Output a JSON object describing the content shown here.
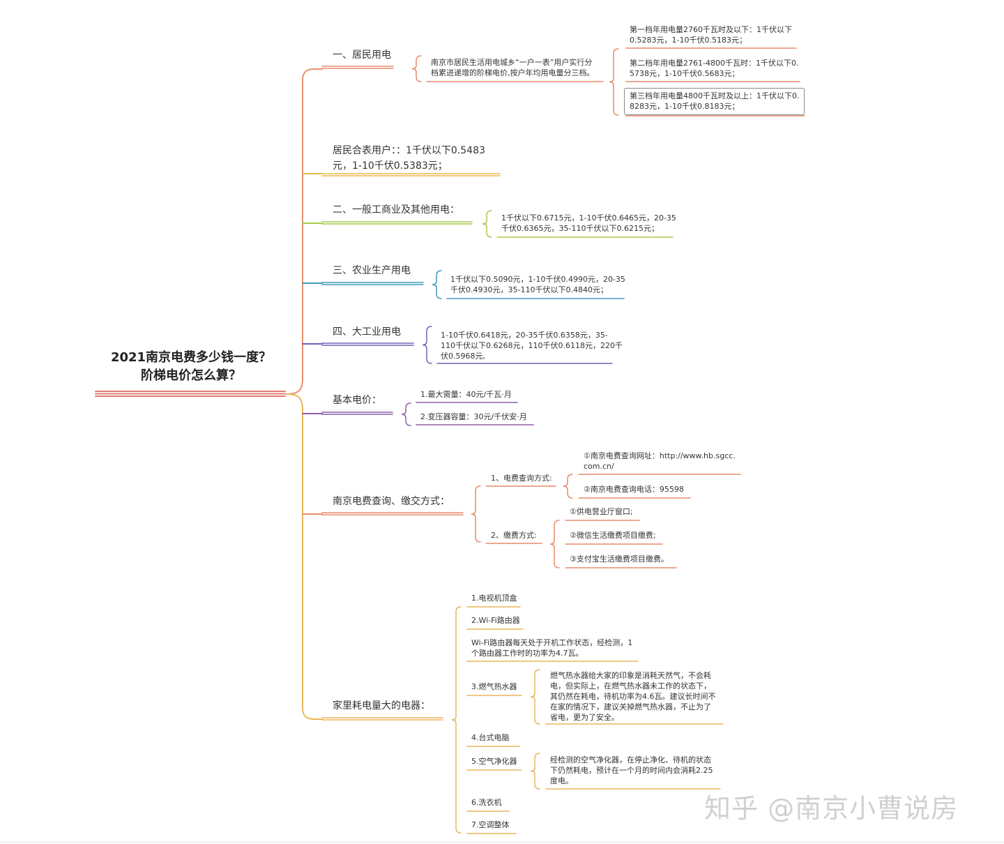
{
  "title": "2021南京电费多少钱一度？\n阶梯电价怎么算？",
  "branches": {
    "residential": {
      "label": "一、居民用电",
      "summary": "南京市居民生活用电城乡“一户一表”用户实行分\n档累进递增的阶梯电价,按户年均用电量分三档。",
      "tiers": [
        "第一档年用电量2760千瓦时及以下：1千伏以下\n0.5283元，1-10千伏0.5183元；",
        "第二档年用电量2761-4800千瓦时：1千伏以下0.\n5738元，1-10千伏0.5683元；",
        "第三档年用电量4800千瓦时及以上：1千伏以下0.\n8283元，1-10千伏0.8183元；"
      ]
    },
    "shared_meter": {
      "label": "居民合表用户：：1千伏以下0.5483\n元，1-10千伏0.5383元；"
    },
    "commercial": {
      "label": "二、一般工商业及其他用电：",
      "detail": "1千伏以下0.6715元，1-10千伏0.6465元，20-35\n千伏0.6365元，35-110千伏以下0.6215元；"
    },
    "agriculture": {
      "label": "三、农业生产用电",
      "detail": "1千伏以下0.5090元，1-10千伏0.4990元，20-35\n千伏0.4930元，35-110千伏以下0.4840元；"
    },
    "industry": {
      "label": "四、大工业用电",
      "detail": "1-10千伏0.6418元，20-35千伏0.6358元，35-\n110千伏以下0.6268元，110千伏0.6118元，220千\n伏0.5968元,"
    },
    "basic": {
      "label": "基本电价：",
      "items": [
        "1.最大需量：40元/千瓦·月",
        "2.变压器容量：30元/千伏安·月"
      ]
    },
    "query": {
      "label": "南京电费查询、缴交方式：",
      "query_label": "1、电费查询方式:",
      "query_items": [
        "①南京电费查询网址：http://www.hb.sgcc.\ncom.cn/",
        "②南京电费查询电话：95598"
      ],
      "pay_label": "2、缴费方式:",
      "pay_items": [
        "①供电营业厅窗口;",
        "②微信生活缴费项目缴费;",
        "③支付宝生活缴费项目缴费。"
      ]
    },
    "appliances": {
      "label": "家里耗电量大的电器：",
      "items": [
        "1.电视机顶盒",
        "2.Wi-Fi路由器",
        "Wi-Fi路由器每天处于开机工作状态，经检测，1\n个路由器工作时的功率为4.7瓦。",
        "3.燃气热水器",
        "4.台式电脑",
        "5.空气净化器",
        "6.洗衣机",
        "7.空调整体"
      ],
      "heater_note": "燃气热水器给大家的印象是消耗天然气，不会耗\n电，但实际上，在燃气热水器未工作的状态下，\n其仍然在耗电，待机功率为4.6瓦。建议长时间不\n在家的情况下，建议关掉燃气热水器，不止为了\n省电，更为了安全。",
      "purifier_note": "经检测的空气净化器，在停止净化、待机的状态\n下仍然耗电，预计在一个月的时间内会消耗2.25\n度电。"
    }
  },
  "watermark": "知乎 @南京小曹说房",
  "colors": {
    "root": "#e07a74",
    "residential": "#e88a6c",
    "shared_meter": "#e6b84a",
    "commercial": "#a9c94a",
    "agriculture": "#3f9ab8",
    "industry": "#6b64b8",
    "basic": "#8d5fa8",
    "query": "#e88a6c",
    "appliances": "#e8b55a",
    "trunk_top": "#e8906c",
    "trunk_bottom": "#eab65a"
  }
}
